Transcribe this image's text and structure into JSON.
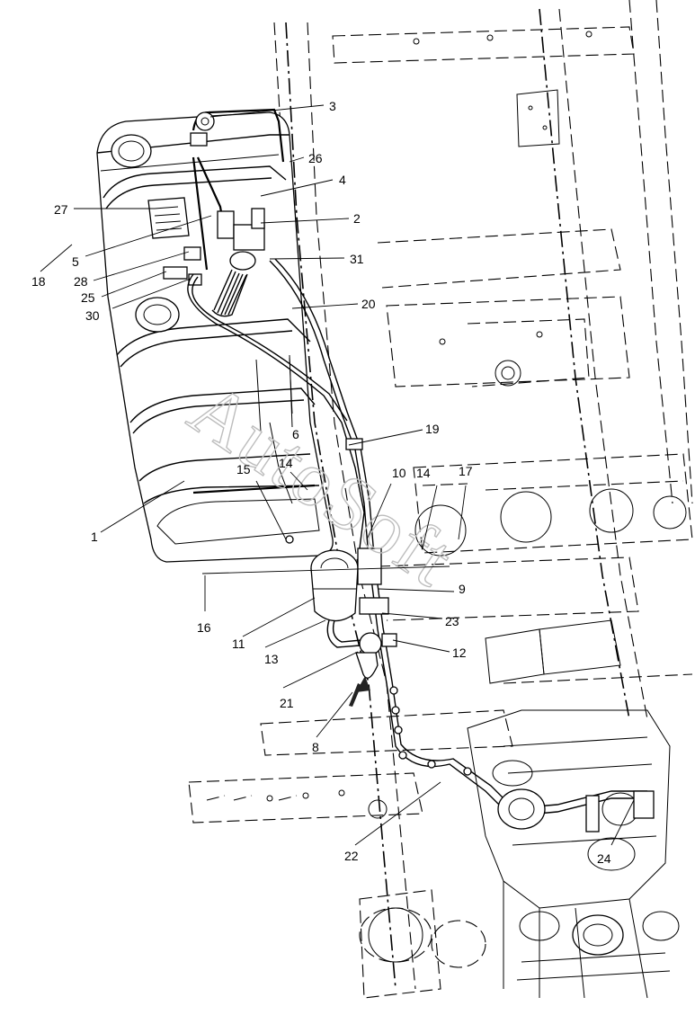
{
  "callouts": [
    {
      "id": "c3",
      "text": "3"
    },
    {
      "id": "c26",
      "text": "26"
    },
    {
      "id": "c4",
      "text": "4"
    },
    {
      "id": "c27",
      "text": "27"
    },
    {
      "id": "c2",
      "text": "2"
    },
    {
      "id": "c18",
      "text": "18"
    },
    {
      "id": "c5",
      "text": "5"
    },
    {
      "id": "c31",
      "text": "31"
    },
    {
      "id": "c28",
      "text": "28"
    },
    {
      "id": "c25",
      "text": "25"
    },
    {
      "id": "c30",
      "text": "30"
    },
    {
      "id": "c20",
      "text": "20"
    },
    {
      "id": "c6",
      "text": "6"
    },
    {
      "id": "c19",
      "text": "19"
    },
    {
      "id": "c15",
      "text": "15"
    },
    {
      "id": "c14a",
      "text": "14"
    },
    {
      "id": "c10",
      "text": "10"
    },
    {
      "id": "c14b",
      "text": "14"
    },
    {
      "id": "c17",
      "text": "17"
    },
    {
      "id": "c1",
      "text": "1"
    },
    {
      "id": "c9",
      "text": "9"
    },
    {
      "id": "c16",
      "text": "16"
    },
    {
      "id": "c23",
      "text": "23"
    },
    {
      "id": "c11",
      "text": "11"
    },
    {
      "id": "c12",
      "text": "12"
    },
    {
      "id": "c13",
      "text": "13"
    },
    {
      "id": "c21",
      "text": "21"
    },
    {
      "id": "c8",
      "text": "8"
    },
    {
      "id": "c22",
      "text": "22"
    },
    {
      "id": "c24",
      "text": "24"
    }
  ],
  "watermark": "AutoSoft",
  "colors": {
    "line": "#000000",
    "watermark": "#bdbdbd",
    "background": "#ffffff"
  }
}
